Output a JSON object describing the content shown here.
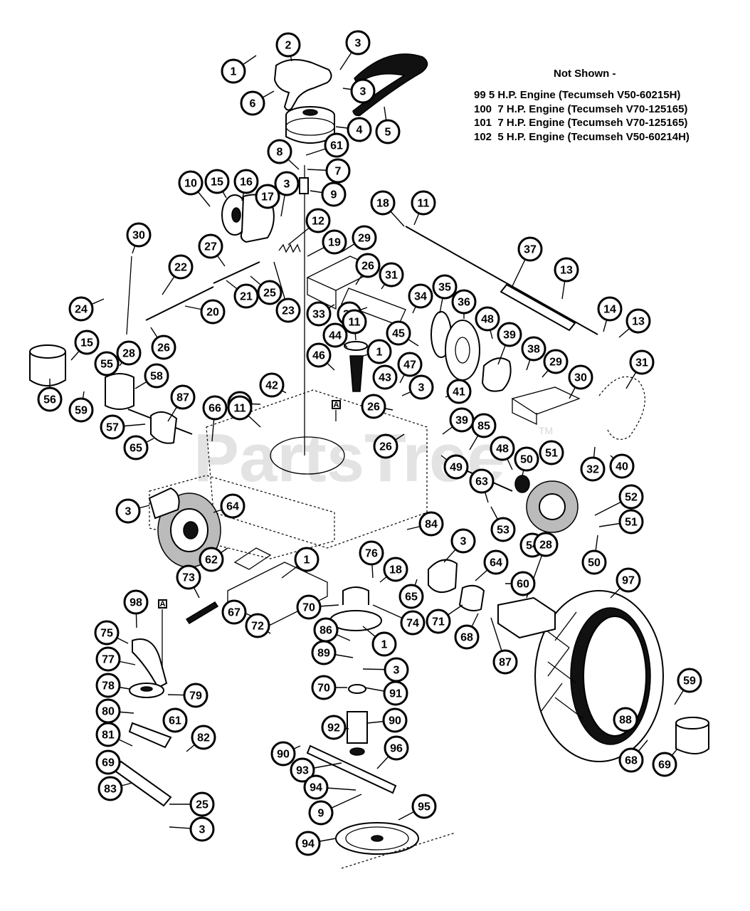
{
  "watermark": {
    "text": "PartsTree",
    "trademark": "TM"
  },
  "notes": {
    "title": "Not Shown -",
    "items": [
      "99 5 H.P. Engine (Tecumseh V50-60215H)",
      "100  7 H.P. Engine (Tecumseh V70-125165)",
      "101  7 H.P. Engine (Tecumseh V70-125165)",
      "102  5 H.P. Engine (Tecumseh V50-60214H)"
    ]
  },
  "reference_marker": "A",
  "callouts": [
    "1",
    "2",
    "3",
    "3",
    "4",
    "5",
    "6",
    "61",
    "7",
    "8",
    "9",
    "10",
    "15",
    "16",
    "17",
    "3",
    "18",
    "11",
    "12",
    "19",
    "29",
    "30",
    "27",
    "22",
    "25",
    "21",
    "23",
    "20",
    "24",
    "26",
    "26",
    "31",
    "33",
    "32",
    "34",
    "35",
    "36",
    "37",
    "13",
    "14",
    "13",
    "11",
    "44",
    "45",
    "1",
    "46",
    "43",
    "47",
    "3",
    "26",
    "48",
    "39",
    "38",
    "29",
    "30",
    "31",
    "41",
    "39",
    "26",
    "85",
    "49",
    "48",
    "50",
    "51",
    "32",
    "40",
    "15",
    "56",
    "55",
    "28",
    "58",
    "59",
    "57",
    "87",
    "65",
    "66",
    "60",
    "42",
    "11",
    "3",
    "64",
    "63",
    "53",
    "54",
    "52",
    "51",
    "50",
    "84",
    "62",
    "1",
    "73",
    "76",
    "18",
    "3",
    "64",
    "65",
    "60",
    "28",
    "67",
    "72",
    "74",
    "70",
    "1",
    "71",
    "68",
    "87",
    "97",
    "98",
    "75",
    "77",
    "78",
    "79",
    "80",
    "61",
    "81",
    "82",
    "69",
    "83",
    "25",
    "3",
    "86",
    "89",
    "3",
    "70",
    "91",
    "90",
    "92",
    "90",
    "96",
    "93",
    "94",
    "9",
    "94",
    "95",
    "59",
    "88",
    "68",
    "69",
    "55"
  ]
}
